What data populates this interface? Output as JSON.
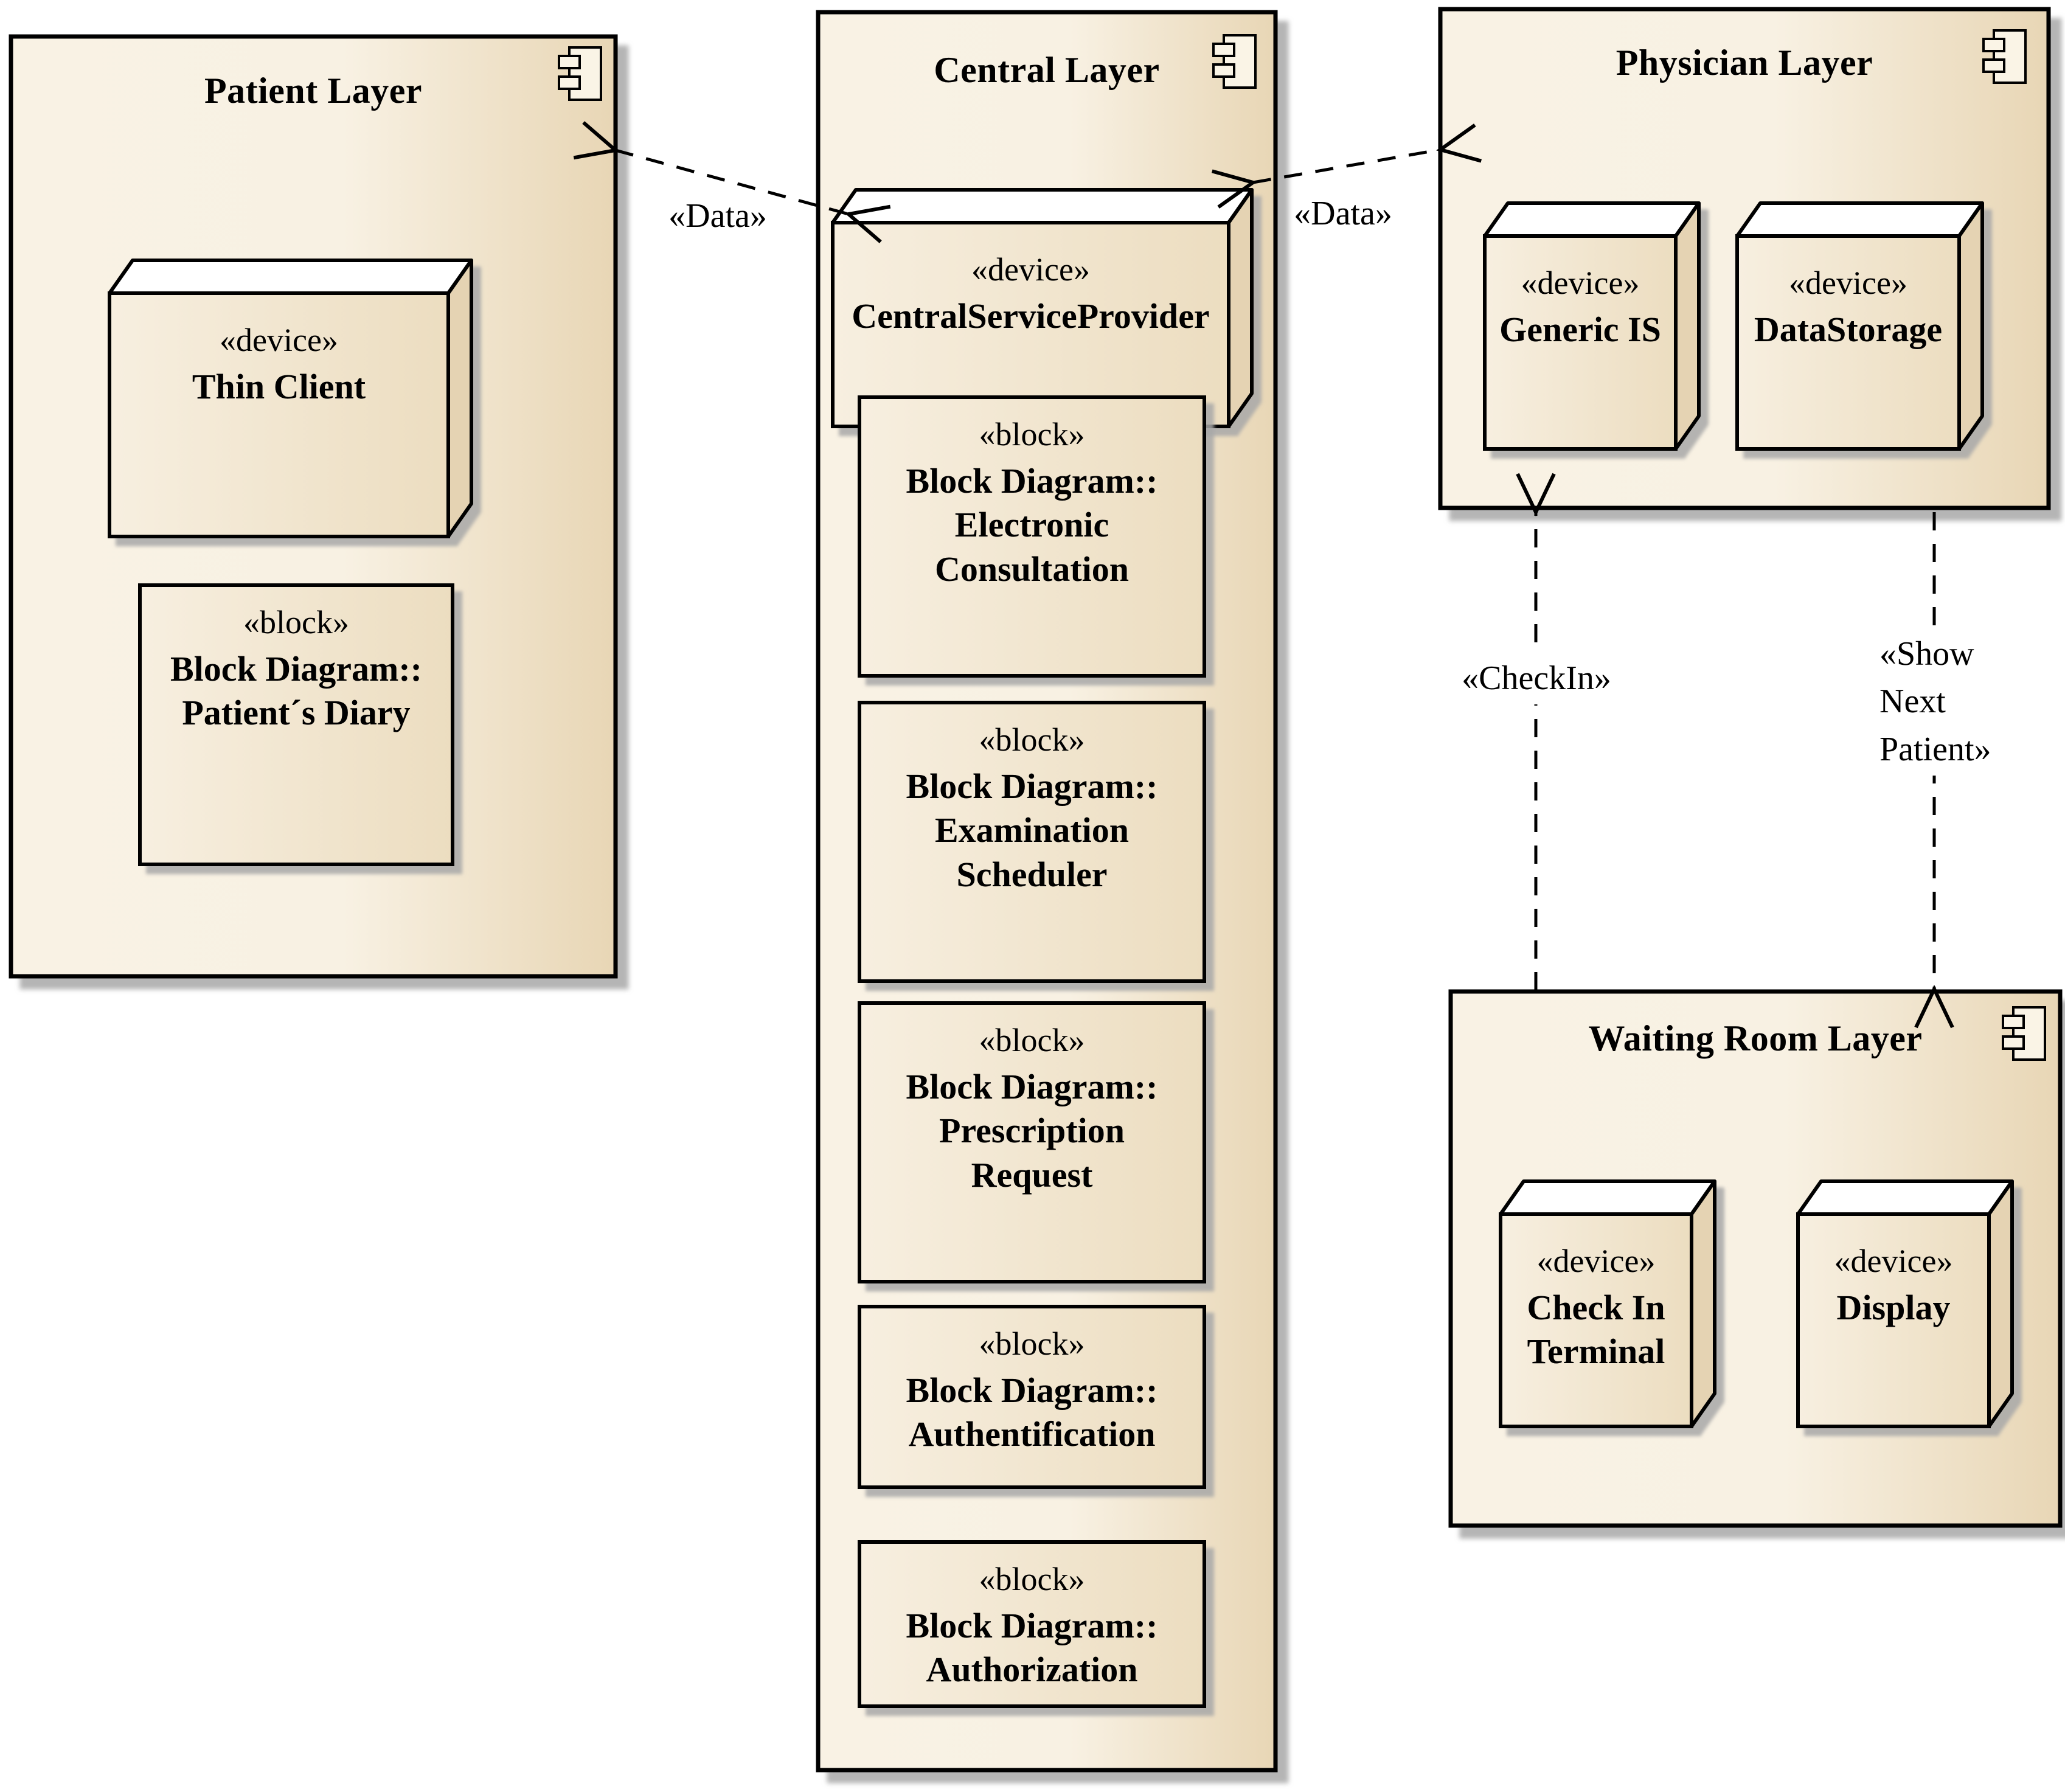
{
  "diagram_type": "UML deployment diagram",
  "packages": {
    "patient": {
      "title": "Patient Layer"
    },
    "central": {
      "title": "Central Layer"
    },
    "physician": {
      "title": "Physician Layer"
    },
    "waiting": {
      "title": "Waiting Room Layer"
    }
  },
  "devices": {
    "thin_client": {
      "stereotype": "«device»",
      "name": "Thin Client"
    },
    "csp": {
      "stereotype": "«device»",
      "name": "CentralServiceProvider"
    },
    "generic_is": {
      "stereotype": "«device»",
      "name": "Generic IS"
    },
    "data_storage": {
      "stereotype": "«device»",
      "name": "DataStorage"
    },
    "checkin_terminal": {
      "stereotype": "«device»",
      "name": "Check In\nTerminal"
    },
    "display": {
      "stereotype": "«device»",
      "name": "Display"
    }
  },
  "blocks": {
    "patients_diary": {
      "stereotype": "«block»",
      "name": "Block Diagram::\nPatient´s Diary"
    },
    "electronic_consultation": {
      "stereotype": "«block»",
      "name": "Block Diagram::\nElectronic\nConsultation"
    },
    "examination_scheduler": {
      "stereotype": "«block»",
      "name": "Block Diagram::\nExamination\nScheduler"
    },
    "prescription_request": {
      "stereotype": "«block»",
      "name": "Block Diagram::\nPrescription\nRequest"
    },
    "authentification": {
      "stereotype": "«block»",
      "name": "Block Diagram::\nAuthentification"
    },
    "authorization": {
      "stereotype": "«block»",
      "name": "Block Diagram::\nAuthorization"
    }
  },
  "connectors": {
    "data_left": {
      "label": "«Data»"
    },
    "data_right": {
      "label": "«Data»"
    },
    "checkin": {
      "label": "«CheckIn»"
    },
    "show_next": {
      "label": "«Show\nNext\nPatient»"
    }
  },
  "icons": {
    "package_badge": "uml-component-icon"
  },
  "colors": {
    "background": "#ffffff",
    "fill_light": "#f9f2e4",
    "fill_dark": "#e8d6b5",
    "box_light": "#f7efe0",
    "box_dark": "#ecddc0",
    "device_side": "#e5d3b3",
    "device_top": "#ffffff",
    "border": "#000000",
    "shadow": "#a8a8a8"
  }
}
